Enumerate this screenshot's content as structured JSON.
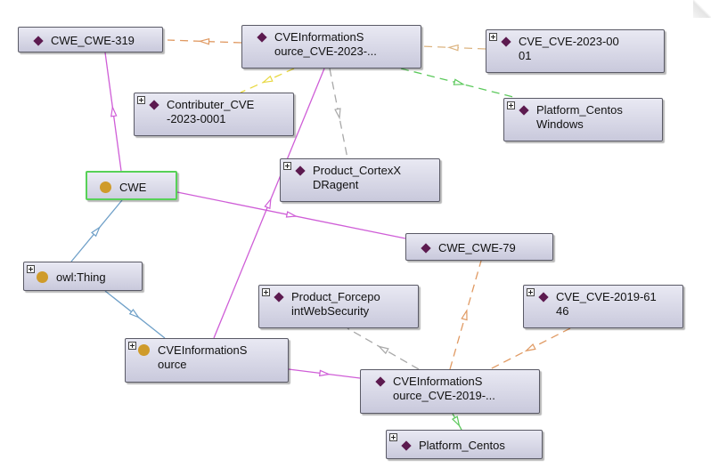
{
  "colors": {
    "subclass_edge": "#6fa0c8",
    "individual_edge": "#cf5ed7",
    "orange_edge": "#e09a63",
    "tan_edge": "#dcb480",
    "gray_edge": "#a8a8a8",
    "yellow_edge": "#e8d840",
    "green_edge": "#5cc95c",
    "class_circle": "#cf9b2a",
    "individual_diamond": "#5c1a4f",
    "selected_border": "#57d157"
  },
  "nodes": [
    {
      "id": "cwe319",
      "type": "individual",
      "lines": [
        "CWE_CWE-319"
      ],
      "expand": false
    },
    {
      "id": "cve2023src",
      "type": "individual",
      "lines": [
        "CVEInformationS",
        "ource_CVE-2023-..."
      ],
      "expand": false
    },
    {
      "id": "cve2023",
      "type": "individual",
      "lines": [
        "CVE_CVE-2023-00",
        "01"
      ],
      "expand": true
    },
    {
      "id": "contributer",
      "type": "individual",
      "lines": [
        "Contributer_CVE",
        "-2023-0001"
      ],
      "expand": true
    },
    {
      "id": "platformcw",
      "type": "individual",
      "lines": [
        "Platform_Centos",
        "Windows"
      ],
      "expand": true
    },
    {
      "id": "cwe",
      "type": "class",
      "lines": [
        "CWE"
      ],
      "expand": false,
      "selected": true
    },
    {
      "id": "cortex",
      "type": "individual",
      "lines": [
        "Product_CortexX",
        "DRagent"
      ],
      "expand": true
    },
    {
      "id": "cwe79",
      "type": "individual",
      "lines": [
        "CWE_CWE-79"
      ],
      "expand": false
    },
    {
      "id": "owlthing",
      "type": "class",
      "lines": [
        "owl:Thing"
      ],
      "expand": true
    },
    {
      "id": "forcepoint",
      "type": "individual",
      "lines": [
        "Product_Forcepo",
        "intWebSecurity"
      ],
      "expand": true
    },
    {
      "id": "cve2019",
      "type": "individual",
      "lines": [
        "CVE_CVE-2019-61",
        "46"
      ],
      "expand": true
    },
    {
      "id": "cvesrc",
      "type": "class",
      "lines": [
        "CVEInformationS",
        "ource"
      ],
      "expand": true
    },
    {
      "id": "cve2019src",
      "type": "individual",
      "lines": [
        "CVEInformationS",
        "ource_CVE-2019-..."
      ],
      "expand": false
    },
    {
      "id": "platformc",
      "type": "individual",
      "lines": [
        "Platform_Centos"
      ],
      "expand": true
    }
  ],
  "edges": [
    {
      "from": "cve2023src",
      "to": "cwe319",
      "kind": "orange"
    },
    {
      "from": "cve2023",
      "to": "cve2023src",
      "kind": "tan"
    },
    {
      "from": "cve2023src",
      "to": "contributer",
      "kind": "yellow"
    },
    {
      "from": "cve2023src",
      "to": "platformcw",
      "kind": "green"
    },
    {
      "from": "cve2023src",
      "to": "cortex",
      "kind": "gray"
    },
    {
      "from": "cwe",
      "to": "cwe319",
      "kind": "individual"
    },
    {
      "from": "cvesrc",
      "to": "cve2023src",
      "kind": "individual"
    },
    {
      "from": "cwe",
      "to": "cwe79",
      "kind": "individual"
    },
    {
      "from": "owlthing",
      "to": "cwe",
      "kind": "subclass"
    },
    {
      "from": "owlthing",
      "to": "cvesrc",
      "kind": "subclass"
    },
    {
      "from": "cvesrc",
      "to": "cve2019src",
      "kind": "individual"
    },
    {
      "from": "cve2019src",
      "to": "cwe79",
      "kind": "orange"
    },
    {
      "from": "cve2019",
      "to": "cve2019src",
      "kind": "orange"
    },
    {
      "from": "cve2019src",
      "to": "forcepoint",
      "kind": "gray"
    },
    {
      "from": "cve2019src",
      "to": "platformc",
      "kind": "green"
    }
  ]
}
